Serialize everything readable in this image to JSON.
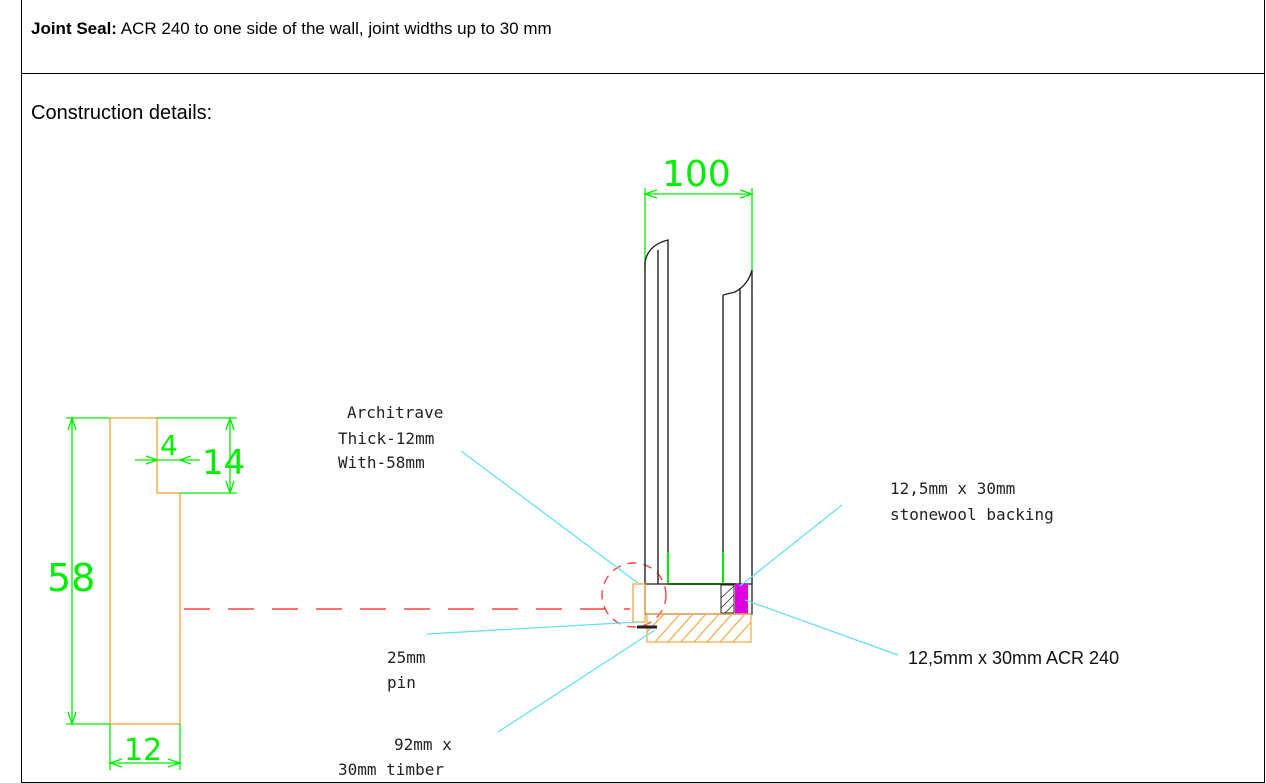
{
  "header": {
    "label": "Joint Seal:",
    "text": " ACR 240 to one side of the wall, joint widths up to 30 mm"
  },
  "section": {
    "title": "Construction details:"
  },
  "dimensions": {
    "wall_width": "100",
    "height": "58",
    "notch_width": "4",
    "notch_depth": "14",
    "width": "12"
  },
  "labels": {
    "architrave": [
      "Architrave",
      "Thick-12mm",
      "With-58mm"
    ],
    "backing": [
      "12,5mm x 30mm",
      "stonewool backing"
    ],
    "pin": [
      "25mm",
      "pin"
    ],
    "acr": "12,5mm x 30mm ACR 240",
    "timber": [
      "92mm x",
      "30mm timber"
    ]
  },
  "colors": {
    "dimension": "#00ee00",
    "leader": "#66e0f0",
    "timber": "#f0b050",
    "acr_seal": "#e000e0",
    "section_line": "#ff4040"
  }
}
